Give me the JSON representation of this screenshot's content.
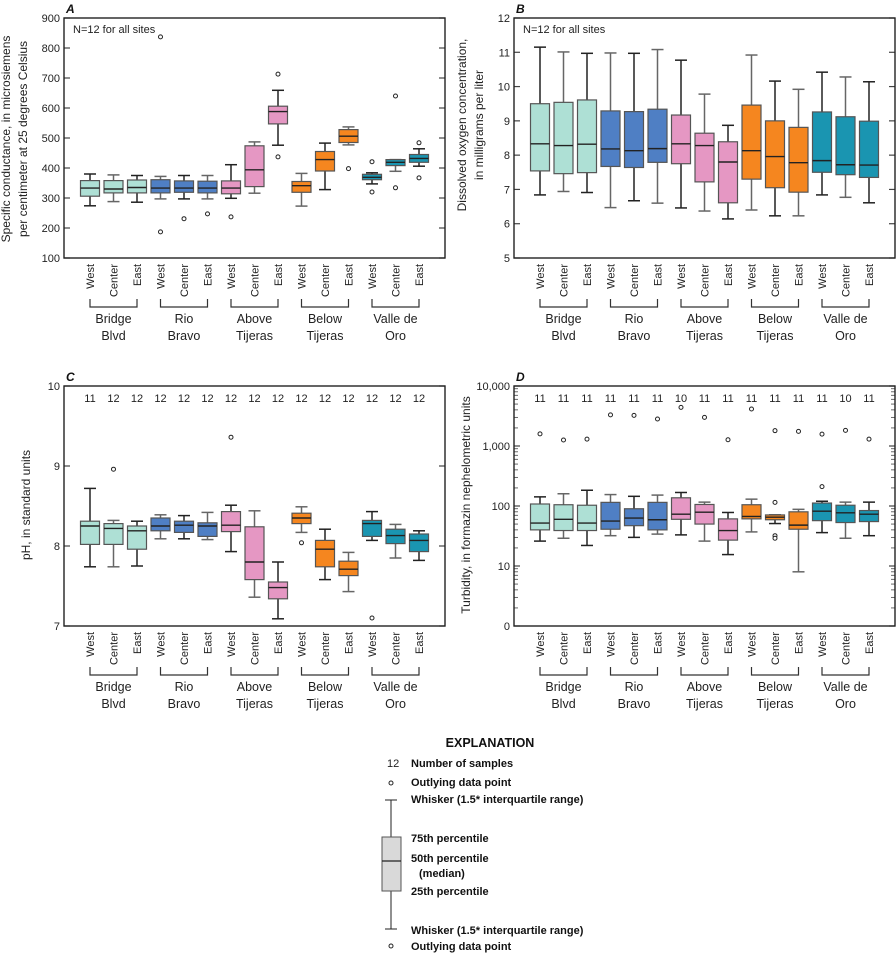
{
  "box_fields": [
    "whisker_low",
    "q1",
    "median",
    "q3",
    "whisker_high",
    "outliers"
  ],
  "colors": {
    "Bridge Blvd": "#aee0d5",
    "Rio Bravo": "#4f7fc4",
    "Above Tijeras": "#e597c3",
    "Below Tijeras": "#f5861f",
    "Valle de Oro": "#1a95b1",
    "legend_box": "#d9d9d9"
  },
  "chart_data": [
    {
      "type": "box",
      "panel": "A",
      "ylabel": [
        "Specific conductance, in microsiemens",
        "per centimeter at 25 degrees Celsius"
      ],
      "scale": "linear",
      "ylim": [
        100,
        900
      ],
      "yticks": [
        100,
        200,
        300,
        400,
        500,
        600,
        700,
        800,
        900
      ],
      "ytick_labels": [
        "100",
        "200",
        "300",
        "400",
        "500",
        "600",
        "700",
        "800",
        "900"
      ],
      "note": "N=12 for all sites",
      "counts": null,
      "sites": [
        "West",
        "Center",
        "East"
      ],
      "groups": [
        {
          "label": [
            "Bridge",
            "Blvd"
          ]
        },
        {
          "label": [
            "Rio",
            "Bravo"
          ]
        },
        {
          "label": [
            "Above",
            "Tijeras"
          ]
        },
        {
          "label": [
            "Below",
            "Tijeras"
          ]
        },
        {
          "label": [
            "Valle de",
            "Oro"
          ]
        }
      ],
      "boxes": [
        [
          274,
          306,
          333,
          358,
          380,
          []
        ],
        [
          288,
          317,
          330,
          358,
          377,
          []
        ],
        [
          286,
          317,
          335,
          360,
          375,
          []
        ],
        [
          297,
          317,
          333,
          361,
          372,
          [
            837,
            187
          ]
        ],
        [
          297,
          319,
          333,
          357,
          375,
          [
            231
          ]
        ],
        [
          297,
          317,
          333,
          356,
          375,
          [
            247
          ]
        ],
        [
          299,
          314,
          333,
          357,
          411,
          [
            237
          ]
        ],
        [
          316,
          338,
          394,
          474,
          487,
          []
        ],
        [
          476,
          547,
          588,
          606,
          659,
          [
            713,
            437
          ]
        ],
        [
          273,
          319,
          341,
          355,
          382,
          []
        ],
        [
          328,
          390,
          428,
          455,
          483,
          []
        ],
        [
          477,
          485,
          506,
          528,
          537,
          [
            398
          ]
        ],
        [
          347,
          361,
          369,
          379,
          384,
          [
            421,
            320
          ]
        ],
        [
          389,
          408,
          419,
          428,
          428,
          [
            640,
            334
          ]
        ],
        [
          406,
          419,
          432,
          445,
          464,
          [
            484,
            367
          ]
        ]
      ]
    },
    {
      "type": "box",
      "panel": "B",
      "ylabel": [
        "Dissolved oxygen concentration,",
        "in milligrams per liter"
      ],
      "scale": "linear",
      "ylim": [
        5,
        12
      ],
      "yticks": [
        5,
        6,
        7,
        8,
        9,
        10,
        11,
        12
      ],
      "ytick_labels": [
        "5",
        "6",
        "7",
        "8",
        "9",
        "10",
        "11",
        "12"
      ],
      "note": "N=12 for all sites",
      "counts": null,
      "sites": [
        "West",
        "Center",
        "East"
      ],
      "groups": [
        {
          "label": [
            "Bridge",
            "Blvd"
          ]
        },
        {
          "label": [
            "Rio",
            "Bravo"
          ]
        },
        {
          "label": [
            "Above",
            "Tijeras"
          ]
        },
        {
          "label": [
            "Below",
            "Tijeras"
          ]
        },
        {
          "label": [
            "Valle de",
            "Oro"
          ]
        }
      ],
      "boxes": [
        [
          6.84,
          7.54,
          8.33,
          9.5,
          11.15,
          []
        ],
        [
          6.94,
          7.46,
          8.28,
          9.54,
          11.01,
          []
        ],
        [
          6.91,
          7.49,
          8.32,
          9.61,
          10.97,
          []
        ],
        [
          6.47,
          7.67,
          8.18,
          9.29,
          10.98,
          []
        ],
        [
          6.67,
          7.64,
          8.13,
          9.27,
          10.97,
          []
        ],
        [
          6.6,
          7.79,
          8.19,
          9.34,
          11.08,
          []
        ],
        [
          6.46,
          7.75,
          8.33,
          9.17,
          10.77,
          []
        ],
        [
          6.37,
          7.22,
          8.28,
          8.64,
          9.78,
          []
        ],
        [
          6.14,
          6.61,
          7.8,
          8.39,
          8.87,
          []
        ],
        [
          6.4,
          7.3,
          8.13,
          9.46,
          10.92,
          []
        ],
        [
          6.23,
          7.05,
          7.96,
          9.0,
          10.16,
          []
        ],
        [
          6.23,
          6.92,
          7.78,
          8.81,
          9.92,
          []
        ],
        [
          6.84,
          7.5,
          7.84,
          9.26,
          10.42,
          []
        ],
        [
          6.77,
          7.43,
          7.72,
          9.12,
          10.28,
          []
        ],
        [
          6.61,
          7.35,
          7.71,
          8.99,
          10.14,
          []
        ]
      ]
    },
    {
      "type": "box",
      "panel": "C",
      "ylabel": [
        "pH, in standard units"
      ],
      "scale": "linear",
      "ylim": [
        7,
        10
      ],
      "yticks": [
        7,
        8,
        9,
        10
      ],
      "ytick_labels": [
        "7",
        "8",
        "9",
        "10"
      ],
      "note": null,
      "counts": [
        "11",
        "12",
        "12",
        "12",
        "12",
        "12",
        "12",
        "12",
        "12",
        "12",
        "12",
        "12",
        "12",
        "12",
        "12"
      ],
      "sites": [
        "West",
        "Center",
        "East"
      ],
      "groups": [
        {
          "label": [
            "Bridge",
            "Blvd"
          ]
        },
        {
          "label": [
            "Rio",
            "Bravo"
          ]
        },
        {
          "label": [
            "Above",
            "Tijeras"
          ]
        },
        {
          "label": [
            "Below",
            "Tijeras"
          ]
        },
        {
          "label": [
            "Valle de",
            "Oro"
          ]
        }
      ],
      "boxes": [
        [
          7.74,
          8.02,
          8.25,
          8.31,
          8.72,
          []
        ],
        [
          7.74,
          8.02,
          8.22,
          8.28,
          8.32,
          [
            8.96
          ]
        ],
        [
          7.75,
          7.96,
          8.19,
          8.25,
          8.31,
          []
        ],
        [
          8.09,
          8.19,
          8.25,
          8.35,
          8.39,
          []
        ],
        [
          8.09,
          8.17,
          8.26,
          8.31,
          8.38,
          []
        ],
        [
          8.08,
          8.12,
          8.25,
          8.29,
          8.42,
          []
        ],
        [
          7.93,
          8.18,
          8.26,
          8.43,
          8.51,
          [
            9.36
          ]
        ],
        [
          7.36,
          7.58,
          7.8,
          8.24,
          8.44,
          []
        ],
        [
          7.09,
          7.34,
          7.48,
          7.55,
          7.8,
          []
        ],
        [
          8.17,
          8.28,
          8.35,
          8.41,
          8.49,
          [
            8.04
          ]
        ],
        [
          7.58,
          7.74,
          7.96,
          8.07,
          8.21,
          []
        ],
        [
          7.43,
          7.63,
          7.71,
          7.81,
          7.92,
          []
        ],
        [
          8.07,
          8.12,
          8.28,
          8.32,
          8.43,
          [
            7.1
          ]
        ],
        [
          7.85,
          8.03,
          8.13,
          8.21,
          8.27,
          []
        ],
        [
          7.82,
          7.93,
          8.07,
          8.15,
          8.19,
          []
        ]
      ]
    },
    {
      "type": "box",
      "panel": "D",
      "ylabel": [
        "Turbidity, in formazin nephelometric units"
      ],
      "scale": "log",
      "ylim": [
        1,
        10000
      ],
      "yticks": [
        1,
        10,
        100,
        1000,
        10000
      ],
      "ytick_labels": [
        "0",
        "10",
        "100",
        "1,000",
        "10,000"
      ],
      "note": null,
      "counts": [
        "11",
        "11",
        "11",
        "11",
        "11",
        "11",
        "10",
        "11",
        "11",
        "11",
        "11",
        "11",
        "11",
        "10",
        "11"
      ],
      "sites": [
        "West",
        "Center",
        "East"
      ],
      "groups": [
        {
          "label": [
            "Bridge",
            "Blvd"
          ]
        },
        {
          "label": [
            "Rio",
            "Bravo"
          ]
        },
        {
          "label": [
            "Above",
            "Tijeras"
          ]
        },
        {
          "label": [
            "Below",
            "Tijeras"
          ]
        },
        {
          "label": [
            "Valle de",
            "Oro"
          ]
        }
      ],
      "boxes": [
        [
          26,
          40,
          52,
          108,
          142,
          [
            1590
          ]
        ],
        [
          29,
          39,
          60,
          105,
          160,
          [
            1260
          ]
        ],
        [
          22,
          39,
          52,
          103,
          183,
          [
            1300
          ]
        ],
        [
          32,
          41,
          56,
          115,
          155,
          [
            3300
          ]
        ],
        [
          30,
          47,
          63,
          90,
          145,
          [
            3240
          ]
        ],
        [
          34,
          40,
          59,
          115,
          152,
          [
            2820
          ]
        ],
        [
          33,
          60,
          73,
          137,
          168,
          [
            4400
          ]
        ],
        [
          26,
          50,
          79,
          106,
          116,
          [
            3000
          ]
        ],
        [
          15.5,
          27,
          39,
          61,
          78,
          [
            1270
          ]
        ],
        [
          37,
          61,
          67,
          105,
          130,
          [
            4140
          ]
        ],
        [
          51,
          59,
          65,
          71,
          71,
          [
            115,
            32,
            29,
            1800
          ]
        ],
        [
          8,
          41,
          48,
          80,
          88,
          [
            1750
          ]
        ],
        [
          36,
          57,
          82,
          112,
          120,
          [
            210,
            1580
          ]
        ],
        [
          29,
          53,
          77,
          103,
          116,
          [
            1820
          ]
        ],
        [
          32,
          55,
          73,
          84,
          116,
          [
            1300
          ]
        ]
      ]
    }
  ],
  "legend": {
    "title": "EXPLANATION",
    "sample_count_example": "12",
    "items": {
      "count": "Number of samples",
      "outlier_top": "Outlying data point",
      "whisker_top": "Whisker (1.5* interquartile range)",
      "q3": "75th percentile",
      "median": "50th percentile",
      "median_sub": "(median)",
      "q1": "25th percentile",
      "whisker_bottom": "Whisker (1.5* interquartile range)",
      "outlier_bottom": "Outlying data point"
    }
  }
}
